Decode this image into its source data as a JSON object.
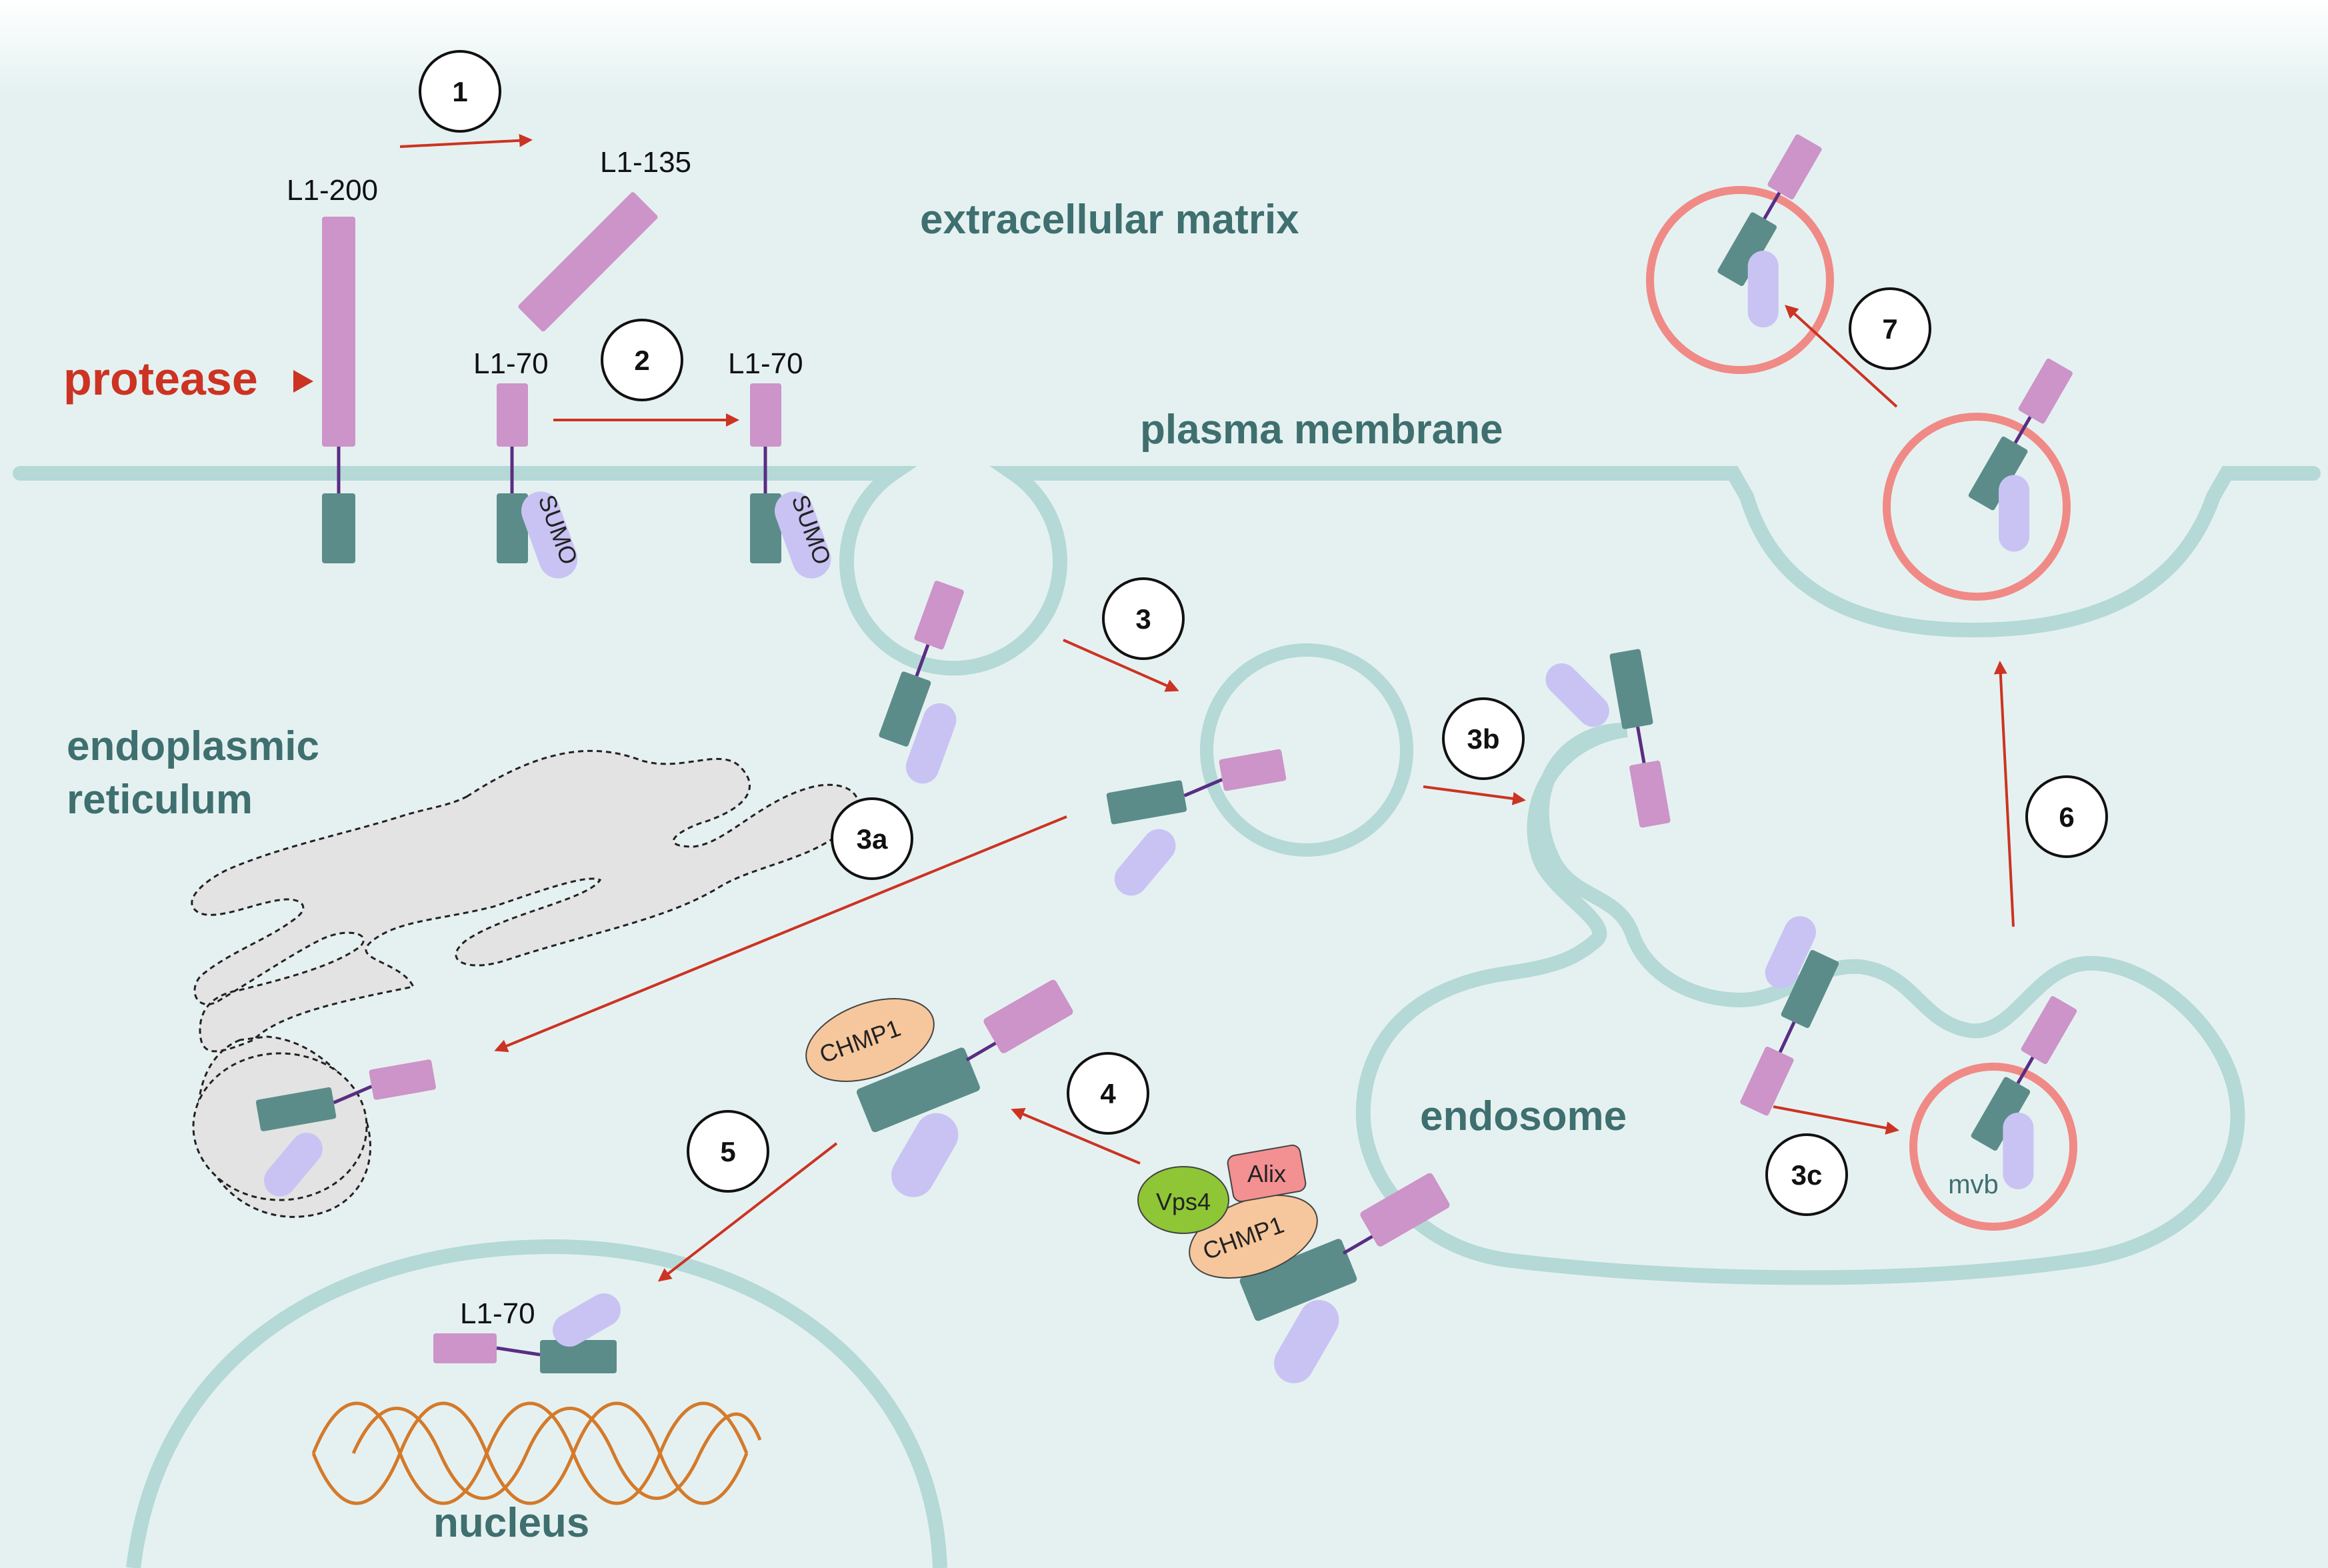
{
  "regions": {
    "extracellular_matrix": "extracellular matrix",
    "plasma_membrane": "plasma membrane",
    "endoplasmic_reticulum_line1": "endoplasmic",
    "endoplasmic_reticulum_line2": "reticulum",
    "endosome": "endosome",
    "nucleus": "nucleus"
  },
  "labels": {
    "protease": "protease",
    "l1_200": "L1-200",
    "l1_135": "L1-135",
    "l1_70_a": "L1-70",
    "l1_70_b": "L1-70",
    "l1_70_nucleus": "L1-70",
    "sumo": "SUMO",
    "chmp1_a": "CHMP1",
    "chmp1_b": "CHMP1",
    "vps4": "Vps4",
    "alix": "Alix",
    "mvb": "mvb"
  },
  "steps": [
    "1",
    "2",
    "3",
    "3a",
    "3b",
    "3c",
    "4",
    "5",
    "6",
    "7"
  ],
  "colors": {
    "background": "#e5f1f1",
    "membrane": "#b4d9d7",
    "l1_extracellular": "#cc94c8",
    "l1_transmembrane": "#5b8c89",
    "sumo": "#c9c3f4",
    "arrow": "#cc3322",
    "protease_text": "#cc3322",
    "region_text": "#3f6f6f",
    "vesicle_red": "#f08a86",
    "er_fill": "#e3e3e3",
    "chmp1": "#f6c79c",
    "vps4": "#8ec635",
    "alix": "#f39092",
    "dna": "#d47a2a"
  }
}
